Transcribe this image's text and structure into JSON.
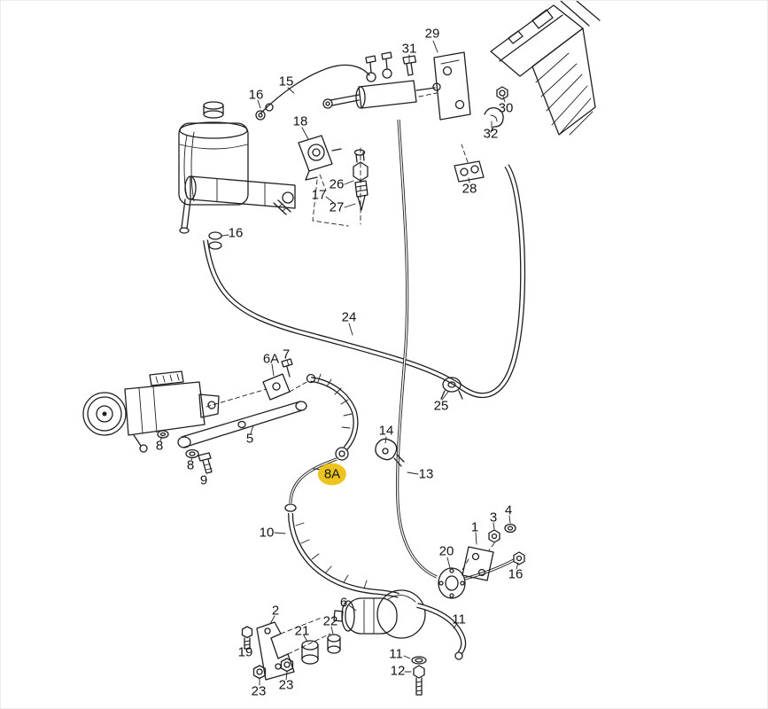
{
  "diagram": {
    "type": "exploded-parts-diagram",
    "background_color": "#ffffff",
    "line_color": "#1f1f1f",
    "highlight_color": "#edc41f",
    "highlighted_label": "8A"
  },
  "labels": [
    {
      "text": "31"
    },
    {
      "text": "29"
    },
    {
      "text": "30"
    },
    {
      "text": "32"
    },
    {
      "text": "28"
    },
    {
      "text": "15"
    },
    {
      "text": "16"
    },
    {
      "text": "18"
    },
    {
      "text": "26"
    },
    {
      "text": "17"
    },
    {
      "text": "27"
    },
    {
      "text": "16"
    },
    {
      "text": "24"
    },
    {
      "text": "6A"
    },
    {
      "text": "7"
    },
    {
      "text": "25"
    },
    {
      "text": "5"
    },
    {
      "text": "8"
    },
    {
      "text": "8"
    },
    {
      "text": "9"
    },
    {
      "text": "8A",
      "highlighted": true
    },
    {
      "text": "14"
    },
    {
      "text": "13"
    },
    {
      "text": "10"
    },
    {
      "text": "3"
    },
    {
      "text": "4"
    },
    {
      "text": "1"
    },
    {
      "text": "20"
    },
    {
      "text": "16"
    },
    {
      "text": "6"
    },
    {
      "text": "2"
    },
    {
      "text": "11"
    },
    {
      "text": "22"
    },
    {
      "text": "21"
    },
    {
      "text": "19"
    },
    {
      "text": "11"
    },
    {
      "text": "12"
    },
    {
      "text": "23"
    },
    {
      "text": "23"
    }
  ]
}
